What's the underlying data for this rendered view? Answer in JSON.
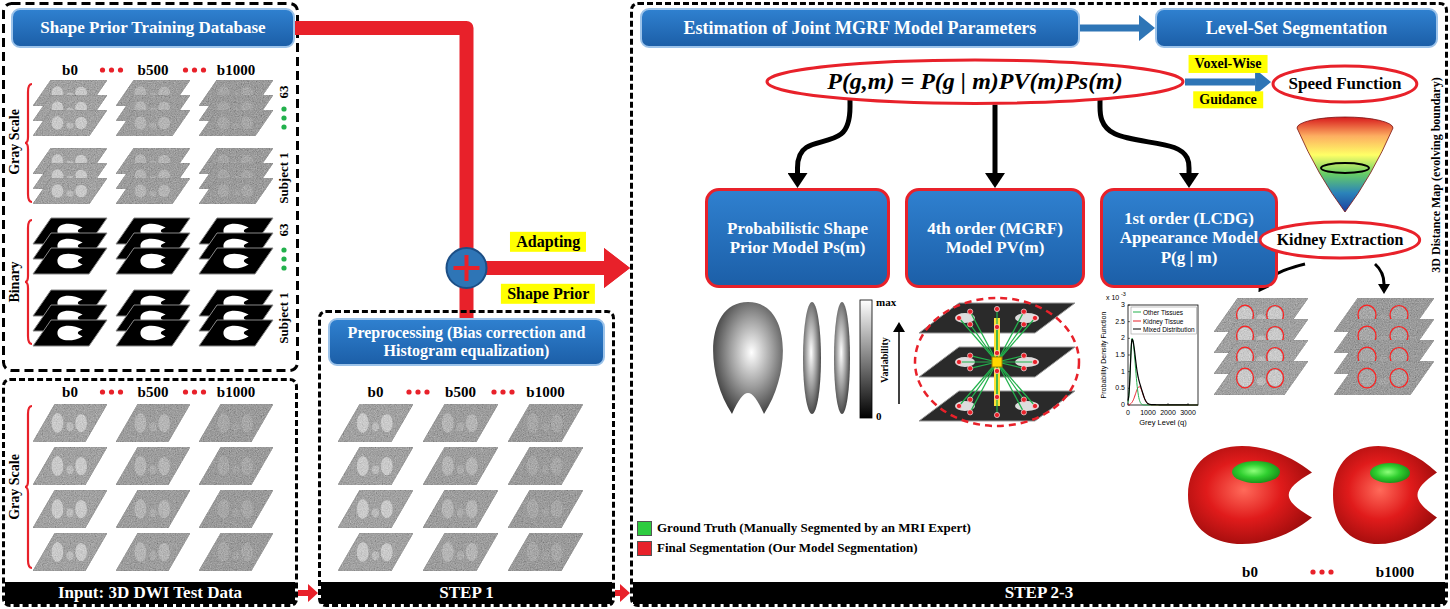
{
  "diagram": {
    "nodes": [
      {
        "text": [
          "Shape Prior Training Database"
        ]
      },
      {
        "text": [
          "Input: 3D DWI Test Data"
        ]
      },
      {
        "text": [
          "STEP 1"
        ]
      },
      {
        "text": [
          "Preprocessing (Bias correction and Histogram equalization)"
        ],
        "in": 2
      },
      {
        "text": [
          "STEP 2-3"
        ]
      },
      {
        "text": [
          "Estimation of Joint MGRF Model Parameters"
        ],
        "in": 4
      },
      {
        "text": [
          "Level-Set Segmentation"
        ],
        "in": 4
      },
      {
        "text": [
          "P(g,m) = P(g | m)PV(m)Ps(m)"
        ],
        "in": 4
      },
      {
        "text": [
          "Speed Function"
        ],
        "in": 4
      },
      {
        "text": [
          "Probabilistic Shape Prior Model Ps(m)"
        ],
        "in": 4
      },
      {
        "text": [
          "4th order (MGRF) Model PV(m)"
        ],
        "in": 4
      },
      {
        "text": [
          "1st order (LCDG) Appearance Model P(g | m)"
        ],
        "in": 4
      },
      {
        "text": [
          "Kidney Extraction"
        ],
        "in": 4
      }
    ],
    "edges": [
      {
        "from": 0,
        "to": 4,
        "arrow": "to",
        "label": "Adapting"
      },
      {
        "from": 3,
        "to": 4,
        "arrow": "to",
        "label": "Shape Prior"
      },
      {
        "from": 1,
        "to": 2,
        "arrow": "to"
      },
      {
        "from": 2,
        "to": 4,
        "arrow": "to"
      },
      {
        "from": 5,
        "to": 6,
        "arrow": "to"
      },
      {
        "from": 7,
        "to": 8,
        "arrow": "to",
        "label": "Voxel-Wise"
      },
      {
        "from": 7,
        "to": 9,
        "arrow": "to"
      },
      {
        "from": 7,
        "to": 10,
        "arrow": "to"
      },
      {
        "from": 7,
        "to": 11,
        "arrow": "to"
      }
    ],
    "labels": [
      "b0",
      "b500",
      "b1000",
      "Gray Scale",
      "63",
      "Subject 1",
      "Binary",
      "63",
      "Subject 1",
      "b0",
      "b500",
      "b1000",
      "Gray Scale",
      "b0",
      "b500",
      "b1000",
      "Guidance",
      "max",
      "Variability",
      "0",
      "x 10",
      "-3",
      "0",
      "0.5",
      "1",
      "1.5",
      "2",
      "2.5",
      "3",
      "0",
      "1000",
      "2000",
      "3000",
      "Probability Density Function",
      "Grey Level (q)",
      "3D Distance Map (evolving boundary)",
      "b0",
      "b1000"
    ],
    "legend": [
      {
        "text": "Other Tissues"
      },
      {
        "text": "Kidney Tissue"
      },
      {
        "text": "Mixed Distribution"
      },
      {
        "text": "Ground Truth (Manually Segmented by an MRI Expert)",
        "color": "#2ecc40"
      },
      {
        "text": "Final Segmentation (Our Model Segmentation)",
        "color": "#e8212a"
      }
    ]
  }
}
